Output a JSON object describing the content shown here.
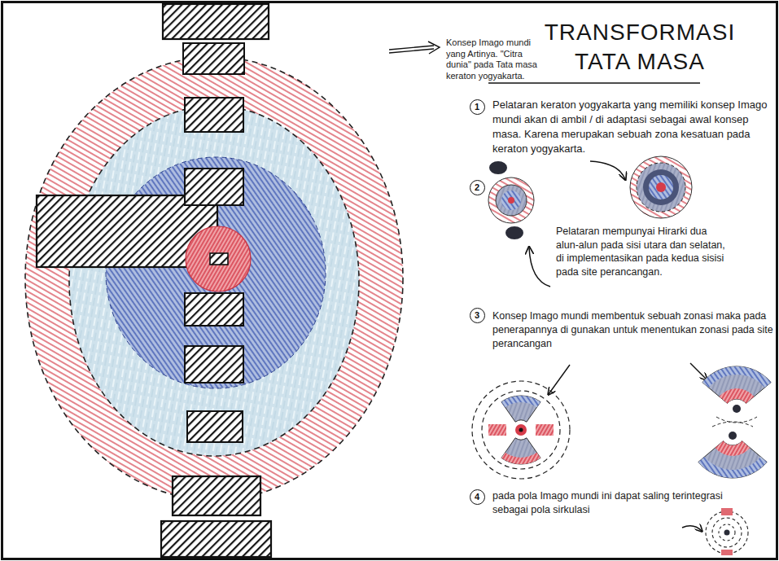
{
  "diagram": {
    "title": "TRANSFORMASI TATA MASA",
    "nodes": [
      {
        "text": [
          "1"
        ]
      },
      {
        "text": [
          "2"
        ]
      },
      {
        "text": [
          "3"
        ]
      },
      {
        "text": [
          "4"
        ]
      }
    ],
    "labels": [
      "Konsep Imago mundi yang Artinya. \"Citra dunia\" pada Tata masa keraton yogyakarta.",
      "Pelataran keraton yogyakarta yang memiliki konsep Imago mundi akan di ambil / di adaptasi sebagai awal konsep masa. Karena merupakan sebuah zona kesatuan pada keraton yogyakarta.",
      "Pelataran mempunyai Hirarki dua alun-alun pada sisi utara dan selatan, di implementasikan pada kedua sisisi pada site perancangan.",
      "Konsep Imago mundi membentuk sebuah zonasi maka pada penerapannya di gunakan untuk menentukan zonasi pada site perancangan",
      "pada pola Imago mundi ini dapat saling terintegrasi sebagai pola sirkulasi"
    ]
  }
}
